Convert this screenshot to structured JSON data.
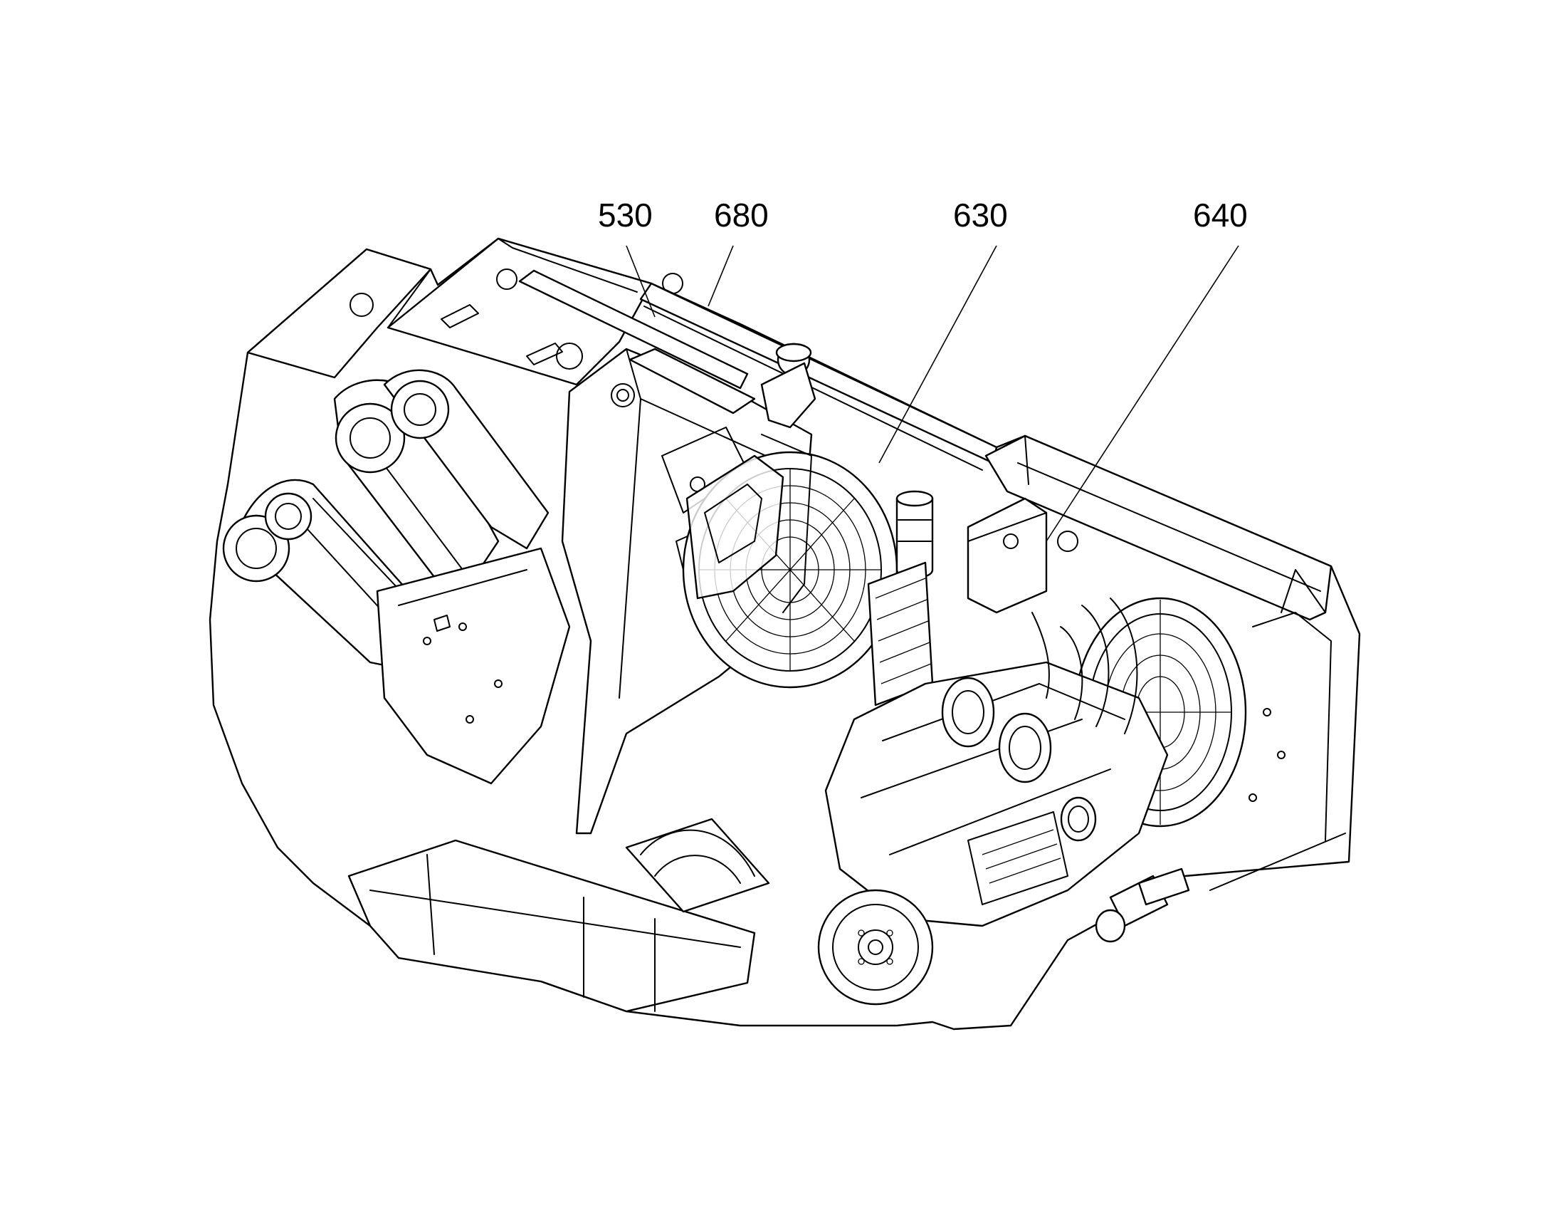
{
  "figure": {
    "labels": [
      {
        "id": "530",
        "text": "530"
      },
      {
        "id": "680",
        "text": "680"
      },
      {
        "id": "630",
        "text": "630"
      },
      {
        "id": "640",
        "text": "640"
      }
    ],
    "icons": [
      "cooling-fan-icon",
      "rear-fan-icon",
      "engine-flywheel-icon",
      "turbo-housing-icon",
      "pivot-bore-icon"
    ]
  }
}
